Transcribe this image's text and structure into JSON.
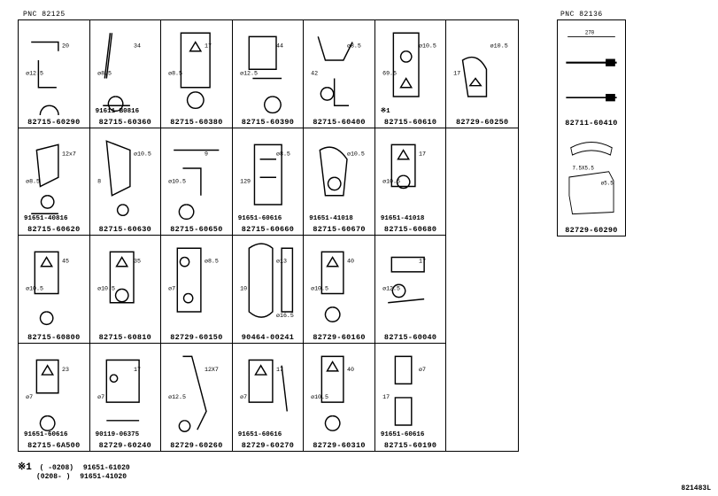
{
  "pnc_main": "PNC 82125",
  "pnc_side": "PNC 82136",
  "cells": [
    {
      "label": "82715-60290",
      "bolt": "",
      "dims": [
        "20",
        "ø12.5"
      ]
    },
    {
      "label": "82715-60360",
      "bolt": "91611-B0816",
      "dims": [
        "34",
        "ø8.5"
      ]
    },
    {
      "label": "82715-60380",
      "bolt": "",
      "dims": [
        "17",
        "ø8.5"
      ]
    },
    {
      "label": "82715-60390",
      "bolt": "",
      "dims": [
        "44",
        "ø12.5"
      ]
    },
    {
      "label": "82715-60400",
      "bolt": "",
      "dims": [
        "ø8.5",
        "42"
      ]
    },
    {
      "label": "82715-60610",
      "bolt": "※1",
      "dims": [
        "ø10.5",
        "69.5"
      ]
    },
    {
      "label": "82729-60250",
      "bolt": "",
      "dims": [
        "ø10.5",
        "17"
      ]
    },
    {
      "label": "82715-60620",
      "bolt": "91651-40816",
      "dims": [
        "12x7",
        "ø8.5"
      ]
    },
    {
      "label": "82715-60630",
      "bolt": "",
      "dims": [
        "ø10.5",
        "8"
      ]
    },
    {
      "label": "82715-60650",
      "bolt": "",
      "dims": [
        "9",
        "ø10.5"
      ]
    },
    {
      "label": "82715-60660",
      "bolt": "91651-60616",
      "dims": [
        "ø8.5",
        "129"
      ]
    },
    {
      "label": "82715-60670",
      "bolt": "91651-41018",
      "dims": [
        "ø10.5"
      ]
    },
    {
      "label": "82715-60680",
      "bolt": "91651-41018",
      "dims": [
        "17",
        "ø10.5"
      ]
    },
    {
      "label": "",
      "bolt": "",
      "dims": []
    },
    {
      "label": "82715-60800",
      "bolt": "",
      "dims": [
        "45",
        "ø10.5"
      ]
    },
    {
      "label": "82715-60810",
      "bolt": "",
      "dims": [
        "35",
        "ø10.5"
      ]
    },
    {
      "label": "82729-60150",
      "bolt": "",
      "dims": [
        "ø8.5",
        "ø7"
      ]
    },
    {
      "label": "90464-00241",
      "bolt": "",
      "dims": [
        "ø13",
        "10",
        "ø16.5"
      ]
    },
    {
      "label": "82729-60160",
      "bolt": "",
      "dims": [
        "40",
        "ø10.5"
      ]
    },
    {
      "label": "82715-60040",
      "bolt": "",
      "dims": [
        "17",
        "ø12.5"
      ]
    },
    {
      "label": "",
      "bolt": "",
      "dims": []
    },
    {
      "label": "82715-6A500",
      "bolt": "91651-60616",
      "dims": [
        "23",
        "ø7"
      ]
    },
    {
      "label": "82729-60240",
      "bolt": "90119-06375",
      "dims": [
        "17",
        "ø7"
      ]
    },
    {
      "label": "82729-60260",
      "bolt": "",
      "dims": [
        "12X7",
        "ø12.5"
      ]
    },
    {
      "label": "82729-60270",
      "bolt": "91651-60616",
      "dims": [
        "17",
        "ø7"
      ]
    },
    {
      "label": "82729-60310",
      "bolt": "",
      "dims": [
        "40",
        "ø10.5"
      ]
    },
    {
      "label": "82715-60190",
      "bolt": "91651-60616",
      "dims": [
        "ø7",
        "17"
      ]
    },
    {
      "label": "",
      "bolt": "",
      "dims": []
    }
  ],
  "side_cells": [
    {
      "label": "82711-60410",
      "dims": [
        "270"
      ]
    },
    {
      "label": "82729-60290",
      "dims": [
        "7.5X5.5",
        "ø5.5"
      ]
    }
  ],
  "footnote": {
    "mark": "※1",
    "line1_range": "( -0208)",
    "line1_part": "91651-61020",
    "line2_range": "(0208- )",
    "line2_part": "91651-41020"
  },
  "ref_code": "821483L"
}
